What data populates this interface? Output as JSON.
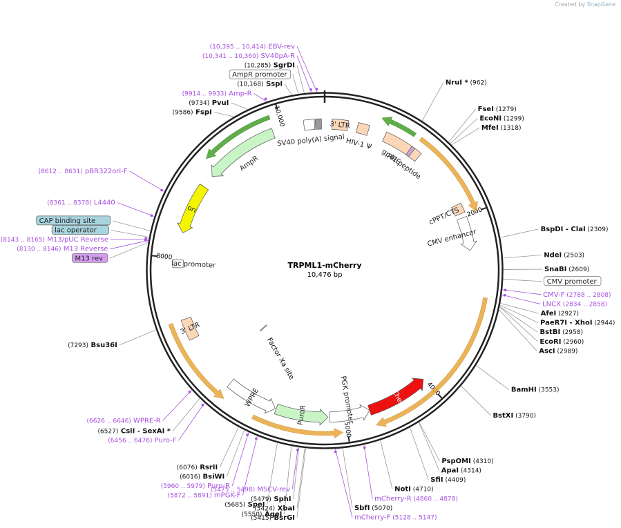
{
  "header": {
    "created_by": "Created by",
    "brand": "SnapGene"
  },
  "plasmid": {
    "name": "TRPML1-mCherry",
    "size_label": "10,476 bp",
    "length": 10476
  },
  "ticks": [
    {
      "pos": 2000,
      "label": "2000"
    },
    {
      "pos": 4000,
      "label": "4000"
    },
    {
      "pos": 5000,
      "label": "5000"
    },
    {
      "pos": 8000,
      "label": "8000"
    },
    {
      "pos": 10000,
      "label": "10,000"
    }
  ],
  "features": [
    {
      "name": "3' LTR",
      "start": 10560,
      "end": 10740,
      "strand": 0,
      "color": "#fbd7b8",
      "kind": "arc"
    },
    {
      "name": "HIV-1 Ψ",
      "start": 10850,
      "end": 10980,
      "strand": 0,
      "color": "#fbd7b8",
      "kind": "arc"
    },
    {
      "name": "RRE",
      "start": 700,
      "end": 1150,
      "strand": 0,
      "color": "#fbd7b8",
      "kind": "arc"
    },
    {
      "name": "gp41 peptide",
      "start": 1020,
      "end": 1060,
      "strand": 0,
      "color": "#c9a8d9",
      "kind": "arc"
    },
    {
      "name": "cPPT/CTS",
      "start": 1850,
      "end": 1960,
      "strand": 0,
      "color": "#fbd7b8",
      "kind": "arc"
    },
    {
      "name": "CMV enhancer",
      "start": 2010,
      "end": 2390,
      "strand": 1,
      "color": "#ffffff",
      "kind": "arc"
    },
    {
      "name": "mCherry",
      "start": 4010,
      "end": 4720,
      "strand": -1,
      "color": "#ee1111",
      "kind": "arc"
    },
    {
      "name": "PGK promoter",
      "start": 4720,
      "end": 5180,
      "strand": -1,
      "color": "#ffffff",
      "kind": "arc"
    },
    {
      "name": "PuroR",
      "start": 5200,
      "end": 5800,
      "strand": -1,
      "color": "#c9f5c6",
      "kind": "arc"
    },
    {
      "name": "WPRE",
      "start": 5810,
      "end": 6400,
      "strand": -1,
      "color": "#ffffff",
      "kind": "arc"
    },
    {
      "name": "3' LTR",
      "start": 7060,
      "end": 7300,
      "strand": 0,
      "color": "#fbd7b8",
      "kind": "arc"
    },
    {
      "name": "lac promoter",
      "start": 7890,
      "end": 7980,
      "strand": 0,
      "color": "#ffffff",
      "kind": "arc"
    },
    {
      "name": "ori",
      "start": 8290,
      "end": 8870,
      "strand": -1,
      "color": "#f5f500",
      "kind": "arc"
    },
    {
      "name": "AmpR",
      "start": 9020,
      "end": 9880,
      "strand": -1,
      "color": "#c9f5c6",
      "kind": "arc"
    },
    {
      "name": "SV40 poly(A) signal",
      "start": 10240,
      "end": 10360,
      "strand": 0,
      "color": "#ffffff",
      "kind": "arc"
    },
    {
      "name": "",
      "start": 10370,
      "end": 10440,
      "strand": 0,
      "color": "#999999",
      "kind": "arc"
    },
    {
      "name": "Factor Xa site",
      "start": 6600,
      "end": 6640,
      "strand": 0,
      "color": "#888888",
      "kind": "tick"
    }
  ],
  "orfs": [
    {
      "start": 1050,
      "end": 2000,
      "strand": 1,
      "color": "#e8a93a"
    },
    {
      "start": 2900,
      "end": 4700,
      "strand": 1,
      "color": "#e8a93a"
    },
    {
      "start": 5050,
      "end": 6000,
      "strand": -1,
      "color": "#e8a93a"
    },
    {
      "start": 6350,
      "end": 7300,
      "strand": -1,
      "color": "#e8a93a"
    },
    {
      "start": 600,
      "end": 980,
      "strand": -1,
      "color": "#44a12b"
    },
    {
      "start": 9120,
      "end": 9900,
      "strand": -1,
      "color": "#44a12b"
    }
  ],
  "labels": [
    {
      "pos": 10350,
      "range": "(10,341 .. 10,360)",
      "name": "SV40pA-R",
      "style": "primer"
    },
    {
      "pos": 10404,
      "range": "(10,395 .. 10,414)",
      "name": "EBV-rev",
      "style": "primer"
    },
    {
      "pos": 10285,
      "range": "(10,285)",
      "name": "SgrDI",
      "style": "enzyme"
    },
    {
      "pos": 10230,
      "range": "",
      "name": "AmpR promoter",
      "style": "box",
      "color": "#ffffff"
    },
    {
      "pos": 10168,
      "range": "(10,168)",
      "name": "SspI",
      "style": "enzyme"
    },
    {
      "pos": 9924,
      "range": "(9914 .. 9933)",
      "name": "Amp-R",
      "style": "primer"
    },
    {
      "pos": 9734,
      "range": "(9734)",
      "name": "PvuI",
      "style": "enzyme"
    },
    {
      "pos": 9586,
      "range": "(9586)",
      "name": "FspI",
      "style": "enzyme"
    },
    {
      "pos": 8622,
      "range": "(8612 .. 8631)",
      "name": "pBR322ori-F",
      "style": "primer"
    },
    {
      "pos": 8370,
      "range": "(8361 .. 8378)",
      "name": "L4440",
      "style": "primer"
    },
    {
      "pos": 8230,
      "range": "",
      "name": "CAP binding site",
      "style": "box",
      "color": "#a8d4df"
    },
    {
      "pos": 8154,
      "range": "(8143 .. 8165)",
      "name": "M13/pUC Reverse",
      "style": "primer"
    },
    {
      "pos": 8170,
      "range": "",
      "name": "lac operator",
      "style": "box",
      "color": "#a8d4df"
    },
    {
      "pos": 8138,
      "range": "(8130 .. 8146)",
      "name": "M13 Reverse",
      "style": "primer"
    },
    {
      "pos": 8120,
      "range": "",
      "name": "M13 rev",
      "style": "box",
      "color": "#d49ef0"
    },
    {
      "pos": 7293,
      "range": "(7293)",
      "name": "Bsu36I",
      "style": "enzyme"
    },
    {
      "pos": 6636,
      "range": "(6626 .. 6646)",
      "name": "WPRE-R",
      "style": "primer"
    },
    {
      "pos": 6527,
      "range": "(6527)",
      "name": "CsiI  - SexAI *",
      "style": "enzyme"
    },
    {
      "pos": 6466,
      "range": "(6456 .. 6476)",
      "name": "Puro-F",
      "style": "primer"
    },
    {
      "pos": 6076,
      "range": "(6076)",
      "name": "RsrII",
      "style": "enzyme"
    },
    {
      "pos": 6016,
      "range": "(6016)",
      "name": "BsiWI",
      "style": "enzyme"
    },
    {
      "pos": 5970,
      "range": "(5960 .. 5979)",
      "name": "Puro-R",
      "style": "primer"
    },
    {
      "pos": 5882,
      "range": "(5872 .. 5891)",
      "name": "mPGK-F",
      "style": "primer"
    },
    {
      "pos": 5685,
      "range": "(5685)",
      "name": "SpeI",
      "style": "enzyme"
    },
    {
      "pos": 5550,
      "range": "(5550)",
      "name": "AgeI",
      "style": "enzyme"
    },
    {
      "pos": 5487,
      "range": "(5475 .. 5498)",
      "name": "MSCV-rev",
      "style": "primer"
    },
    {
      "pos": 5479,
      "range": "(5479)",
      "name": "SphI",
      "style": "enzyme"
    },
    {
      "pos": 5424,
      "range": "(5424)",
      "name": "XbaI",
      "style": "enzyme"
    },
    {
      "pos": 5415,
      "range": "(5415)",
      "name": "BsrGI",
      "style": "enzyme"
    },
    {
      "pos": 5138,
      "range": "(5128 .. 5147)",
      "name": "mCherry-F",
      "style": "primer"
    },
    {
      "pos": 5070,
      "range": "(5070)",
      "name": "SbfI",
      "style": "enzyme"
    },
    {
      "pos": 4869,
      "range": "(4860 .. 4878)",
      "name": "mCherry-R",
      "style": "primer"
    },
    {
      "pos": 4710,
      "range": "(4710)",
      "name": "NotI",
      "style": "enzyme"
    },
    {
      "pos": 4409,
      "range": "(4409)",
      "name": "SfiI",
      "style": "enzyme"
    },
    {
      "pos": 4314,
      "range": "(4314)",
      "name": "ApaI",
      "style": "enzyme"
    },
    {
      "pos": 4310,
      "range": "(4310)",
      "name": "PspOMI",
      "style": "enzyme"
    },
    {
      "pos": 3790,
      "range": "(3790)",
      "name": "BstXI",
      "style": "enzyme"
    },
    {
      "pos": 3553,
      "range": "(3553)",
      "name": "BamHI",
      "style": "enzyme"
    },
    {
      "pos": 2989,
      "range": "(2989)",
      "name": "AscI",
      "style": "enzyme"
    },
    {
      "pos": 2960,
      "range": "(2960)",
      "name": "EcoRI",
      "style": "enzyme"
    },
    {
      "pos": 2958,
      "range": "(2958)",
      "name": "BstBI",
      "style": "enzyme"
    },
    {
      "pos": 2944,
      "range": "(2944)",
      "name": "PaeR7I  - XhoI",
      "style": "enzyme"
    },
    {
      "pos": 2927,
      "range": "(2927)",
      "name": "AfeI",
      "style": "enzyme"
    },
    {
      "pos": 2846,
      "range": "(2834 .. 2858)",
      "name": "LNCX",
      "style": "primer"
    },
    {
      "pos": 2798,
      "range": "(2788 .. 2808)",
      "name": "CMV-F",
      "style": "primer"
    },
    {
      "pos": 2700,
      "range": "",
      "name": "CMV promoter",
      "style": "box",
      "color": "#ffffff"
    },
    {
      "pos": 2609,
      "range": "(2609)",
      "name": "SnaBI",
      "style": "enzyme"
    },
    {
      "pos": 2503,
      "range": "(2503)",
      "name": "NdeI",
      "style": "enzyme"
    },
    {
      "pos": 2309,
      "range": "(2309)",
      "name": "BspDI  - ClaI",
      "style": "enzyme"
    },
    {
      "pos": 1318,
      "range": "(1318)",
      "name": "MfeI",
      "style": "enzyme"
    },
    {
      "pos": 1299,
      "range": "(1299)",
      "name": "EcoNI",
      "style": "enzyme"
    },
    {
      "pos": 1279,
      "range": "(1279)",
      "name": "FseI",
      "style": "enzyme"
    },
    {
      "pos": 962,
      "range": "(962)",
      "name": "NruI *",
      "style": "enzyme"
    }
  ]
}
